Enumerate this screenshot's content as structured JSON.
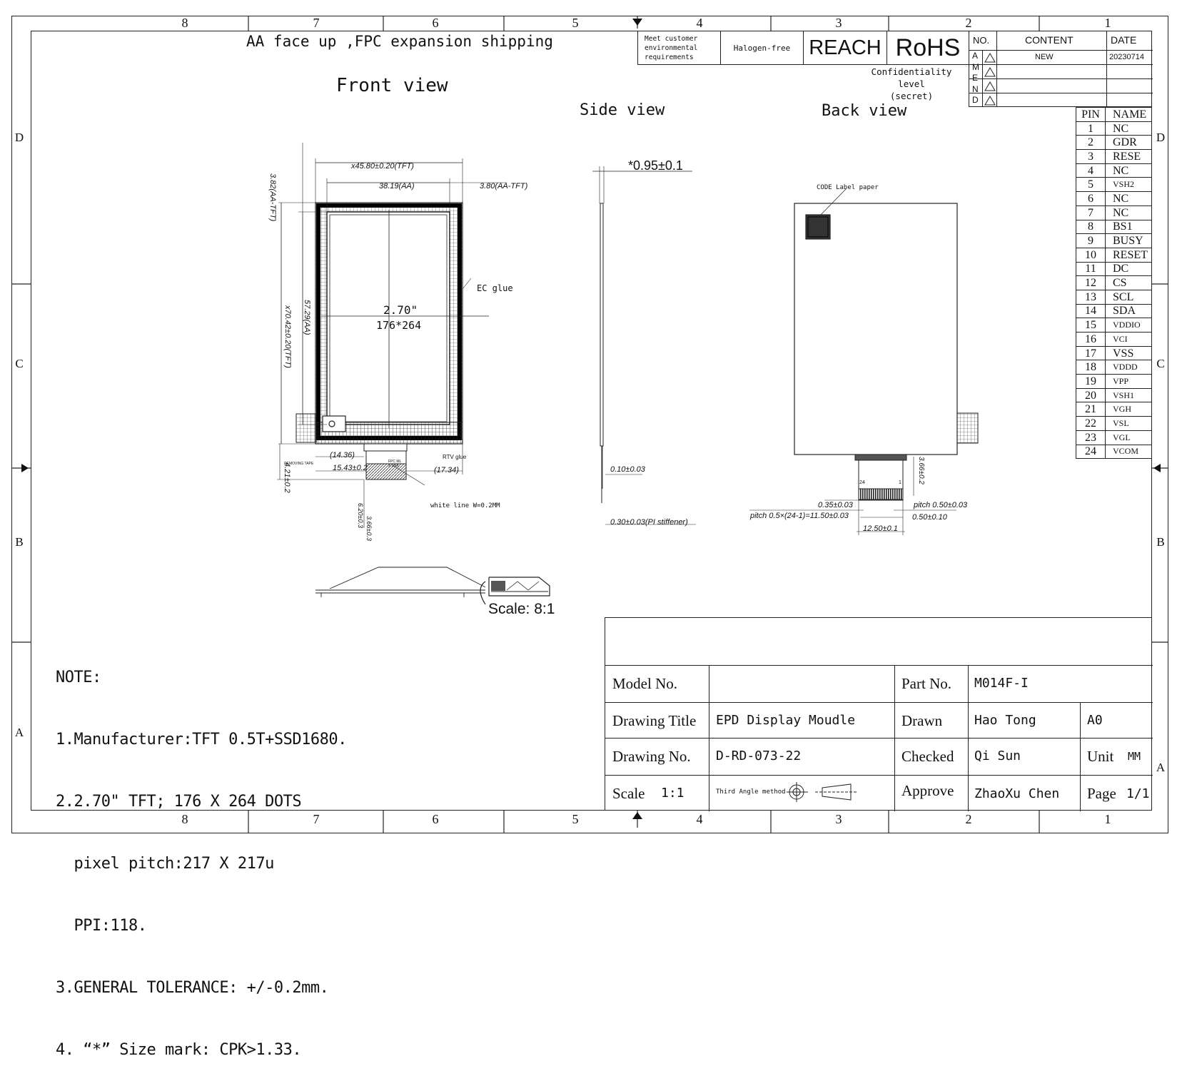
{
  "zones": {
    "columns": [
      "8",
      "7",
      "6",
      "5",
      "4",
      "3",
      "2",
      "1"
    ],
    "rows_left": [
      "D",
      "C",
      "B",
      "A"
    ],
    "rows_right": [
      "D",
      "C",
      "B",
      "A"
    ]
  },
  "header": {
    "shipping_note": "AA face up ,FPC expansion shipping",
    "compliance": {
      "env": [
        "Meet customer",
        "environmental",
        "requirements"
      ],
      "halogen": "Halogen-free",
      "reach": "REACH",
      "rohs": "RoHS"
    },
    "confidentiality": [
      "Confidentiality level",
      "(secret)"
    ]
  },
  "amend_table": {
    "headers": {
      "no": "NO.",
      "content": "CONTENT",
      "date": "DATE"
    },
    "side_letters": [
      "A",
      "M",
      "E",
      "N",
      "D"
    ],
    "rows": [
      {
        "content": "NEW",
        "date": "20230714"
      }
    ]
  },
  "views": {
    "front": "Front view",
    "side": "Side view",
    "back": "Back view"
  },
  "front_dims": {
    "width_tft": "x45.80±0.20(TFT)",
    "width_aa": "38.19(AA)",
    "aa_tft_right": "3.80(AA-TFT)",
    "aa_tft_top": "3.82(AA-TFT)",
    "height_aa": "57.29(AA)",
    "height_tft": "x70.42±0.20(TFT)",
    "ec_glue": "EC glue",
    "size": "2.70\"",
    "resolution": "176*264",
    "d_14_36": "(14.36)",
    "d_15_43": "15.43±0.2",
    "d_17_34": "(17.34)",
    "d_4_21": "4.21±0.2",
    "d_6_20": "6.20±0.3",
    "d_3_66": "3.66±0.3",
    "white_line": "white line W=0.2MM",
    "rtv_glue": "RTV glue",
    "removing_tape": "REMOVING TAPE",
    "fpc_mark": [
      "FPC ML",
      "X XXX"
    ]
  },
  "side_dims": {
    "thickness": "*0.95±0.1",
    "d_0_10": "0.10±0.03",
    "d_0_30": "0.30±0.03(PI stiffener)"
  },
  "back_dims": {
    "code_label": "CODE  Label paper",
    "d_0_35": "0.35±0.03",
    "pitch_total": "pitch 0.5×(24-1)=11.50±0.03",
    "pitch": "pitch 0.50±0.03",
    "d_0_50": "0.50±0.10",
    "d_12_50": "12.50±0.1",
    "d_3_66": "3.66±0.2",
    "pin_24": "24",
    "pin_1": "1"
  },
  "detail": {
    "scale": "Scale: 8:1"
  },
  "pin_table": {
    "header": {
      "pin": "PIN",
      "name": "NAME"
    },
    "rows": [
      {
        "pin": "1",
        "name": "NC"
      },
      {
        "pin": "2",
        "name": "GDR"
      },
      {
        "pin": "3",
        "name": "RESE"
      },
      {
        "pin": "4",
        "name": "NC"
      },
      {
        "pin": "5",
        "name": "VSH2"
      },
      {
        "pin": "6",
        "name": "NC"
      },
      {
        "pin": "7",
        "name": "NC"
      },
      {
        "pin": "8",
        "name": "BS1"
      },
      {
        "pin": "9",
        "name": "BUSY"
      },
      {
        "pin": "10",
        "name": "RESET"
      },
      {
        "pin": "11",
        "name": "DC"
      },
      {
        "pin": "12",
        "name": "CS"
      },
      {
        "pin": "13",
        "name": "SCL"
      },
      {
        "pin": "14",
        "name": "SDA"
      },
      {
        "pin": "15",
        "name": "VDDIO"
      },
      {
        "pin": "16",
        "name": "VCI"
      },
      {
        "pin": "17",
        "name": "VSS"
      },
      {
        "pin": "18",
        "name": "VDDD"
      },
      {
        "pin": "19",
        "name": "VPP"
      },
      {
        "pin": "20",
        "name": "VSH1"
      },
      {
        "pin": "21",
        "name": "VGH"
      },
      {
        "pin": "22",
        "name": "VSL"
      },
      {
        "pin": "23",
        "name": "VGL"
      },
      {
        "pin": "24",
        "name": "VCOM"
      }
    ]
  },
  "notes": {
    "title": "NOTE:",
    "lines": [
      "1.Manufacturer:TFT 0.5T+SSD1680.",
      "2.2.70\" TFT; 176 X 264 DOTS",
      "  pixel pitch:217 X 217u",
      "  PPI:118.",
      "3.GENERAL TOLERANCE: +/-0.2mm.",
      "4. “*” Size mark: CPK>1.33."
    ]
  },
  "title_block": {
    "model_no_label": "Model No.",
    "model_no": "",
    "part_no_label": "Part No.",
    "part_no": "M014F-I",
    "drawing_title_label": "Drawing Title",
    "drawing_title": "EPD Display Moudle",
    "drawn_label": "Drawn",
    "drawn": "Hao Tong",
    "size": "A0",
    "drawing_no_label": "Drawing No.",
    "drawing_no": "D-RD-073-22",
    "checked_label": "Checked",
    "checked": "Qi Sun",
    "unit_label": "Unit",
    "unit": "MM",
    "scale_label": "Scale",
    "scale": "1:1",
    "method": "Third Angle method",
    "approve_label": "Approve",
    "approve": "ZhaoXu Chen",
    "page_label": "Page",
    "page": "1/1"
  }
}
